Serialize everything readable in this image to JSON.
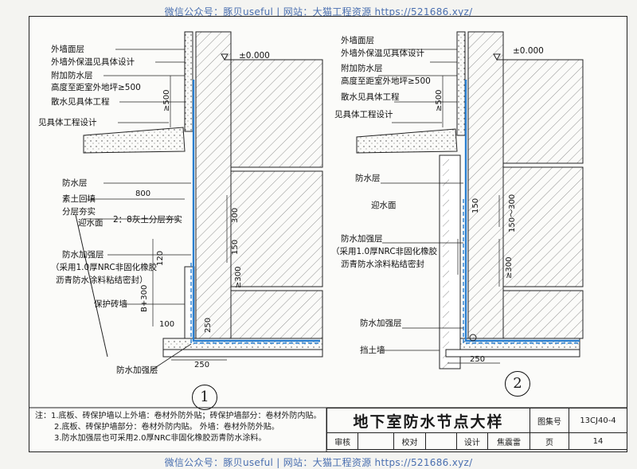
{
  "watermark": {
    "top": "微信公众号：豚贝useful  |  网站：大猫工程资源 https://521686.xyz/",
    "bottom": "微信公众号：豚贝useful  |  网站：大猫工程资源 https://521686.xyz/"
  },
  "detail1": {
    "labels": {
      "outer_surface": "外墙面层",
      "insulation": "外墙外保温见具体设计",
      "extra_waterproof": "附加防水层",
      "height_note": "高度至距室外地坪≥500",
      "apron": "散水见具体工程",
      "see_design": "见具体工程设计",
      "waterproof": "防水层",
      "backfill1": "素土回填",
      "backfill2": "分层夯实",
      "water_face": "迎水面",
      "lime_soil": "2：8灰土分层夯实",
      "reinforce": "防水加强层",
      "reinforce_note1": "（采用1.0厚NRC非固化橡胶",
      "reinforce_note2": "沥青防水涂料粘结密封）",
      "brick_wall": "保护砖墙",
      "reinforce_bottom": "防水加强层",
      "zero": "±0.000"
    },
    "dims": {
      "d500": "≥500",
      "d800": "800",
      "d300a": "300",
      "d150": "150",
      "d120": "120",
      "d300b": "≥300",
      "dB300": "B+300",
      "d100": "100",
      "d250": "250",
      "d250b": "250"
    },
    "number": "1"
  },
  "detail2": {
    "labels": {
      "outer_surface": "外墙面层",
      "insulation": "外墙外保温见具体设计",
      "extra_waterproof": "附加防水层",
      "height_note": "高度至距室外地坪≥500",
      "apron": "散水见具体工程",
      "see_design": "见具体工程设计",
      "waterproof": "防水层",
      "water_face": "迎水面",
      "reinforce": "防水加强层",
      "reinforce_note1": "（采用1.0厚NRC非固化橡胶",
      "reinforce_note2": "沥青防水涂料粘结密封",
      "reinforce_bottom": "防水加强层",
      "retaining": "挡土墙",
      "zero": "±0.000"
    },
    "dims": {
      "d500": "≥500",
      "d150": "150",
      "d150_300": "150～300",
      "d300": "≥300",
      "d250": "250"
    },
    "number": "2"
  },
  "notes": {
    "n1": "注：1.底板、砖保护墙以上外墙：卷材外防外贴；砖保护墙部分：卷材外防内贴。",
    "n2": "2.底板、砖保护墙部分：卷材外防内贴。",
    "n2b": "外墙：卷材外防外贴。",
    "n3": "3.防水加强层也可采用2.0厚NRC非固化橡胶沥青防水涂料。"
  },
  "title_block": {
    "title": "地下室防水节点大样",
    "atlas_label": "图集号",
    "atlas_value": "13CJ40-4",
    "page_label": "页",
    "page_value": "14",
    "review": "审核",
    "check": "校对",
    "design": "设计",
    "designer": "焦震雷"
  },
  "colors": {
    "waterproof_line": "#2a7fd0",
    "hatch": "#555555"
  }
}
